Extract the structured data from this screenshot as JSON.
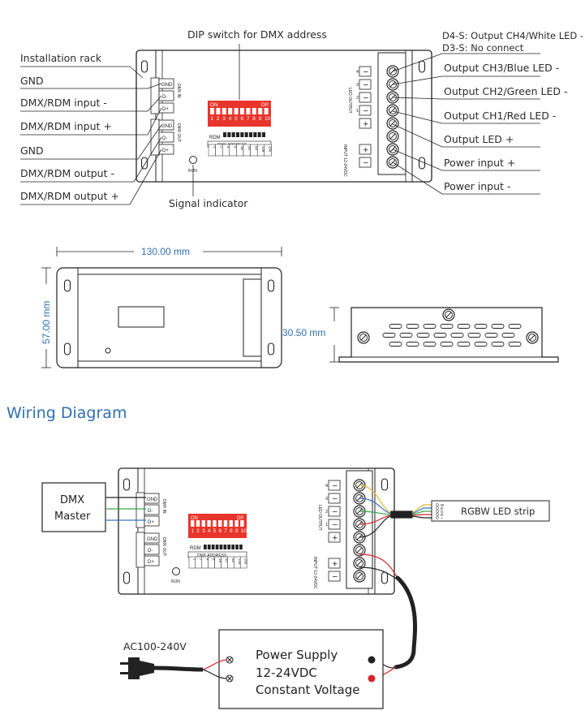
{
  "top_diagram": {
    "dip_title": "DIP switch for DMX address",
    "left_labels": [
      "Installation rack",
      "GND",
      "DMX/RDM input -",
      "DMX/RDM input +",
      "GND",
      "DMX/RDM output -",
      "DMX/RDM output +"
    ],
    "signal_indicator": "Signal indicator",
    "right_top_line1": "D4-S: Output CH4/White LED -",
    "right_top_line2": "D3-S: No connect",
    "right_labels": [
      "Output CH3/Blue LED -",
      "Output CH2/Green LED -",
      "Output CH1/Red LED -",
      "Output LED +",
      "Power input +",
      "Power input -"
    ]
  },
  "device": {
    "terminal_labels": [
      "GND",
      "D-",
      "D+"
    ],
    "dmx_in": "DMX IN",
    "dmx_out": "DMX OUT",
    "dip_on": "ON",
    "dip_dp": "DP",
    "dip_numbers": [
      "1",
      "2",
      "3",
      "4",
      "5",
      "6",
      "7",
      "8",
      "9",
      "10"
    ],
    "rdm": "RDM",
    "dmx_address": "DMX ADDRESS",
    "address_values": [
      "1",
      "2",
      "4",
      "8",
      "16",
      "32",
      "64",
      "128",
      "256"
    ],
    "run": "RUN",
    "led_output": "LED OUTPUT",
    "input_label": "INPUT 12-24VDC",
    "out_terminals": [
      "−",
      "−",
      "−",
      "−",
      "+"
    ],
    "out_numbers": [
      "4",
      "3",
      "2",
      "1"
    ],
    "in_terminals": [
      "+",
      "−"
    ]
  },
  "dimensions": {
    "width": "130.00 mm",
    "height": "57.00 mm",
    "depth": "30.50 mm"
  },
  "wiring": {
    "heading": "Wiring Diagram",
    "dmx_master": [
      "DMX",
      "Master"
    ],
    "led_strip": "RGBW LED strip",
    "strip_pins": [
      "W",
      "B",
      "G",
      "R",
      "+"
    ],
    "ac": "AC100-240V",
    "power_supply": [
      "Power Supply",
      "12-24VDC",
      "Constant Voltage"
    ]
  },
  "colors": {
    "dip_red": "#e8342a",
    "dim_blue": "#2f6fb0",
    "wire_red": "#d7262b",
    "wire_green": "#3aa64a",
    "wire_blue": "#3474c4",
    "wire_yellow": "#e0b82a"
  }
}
